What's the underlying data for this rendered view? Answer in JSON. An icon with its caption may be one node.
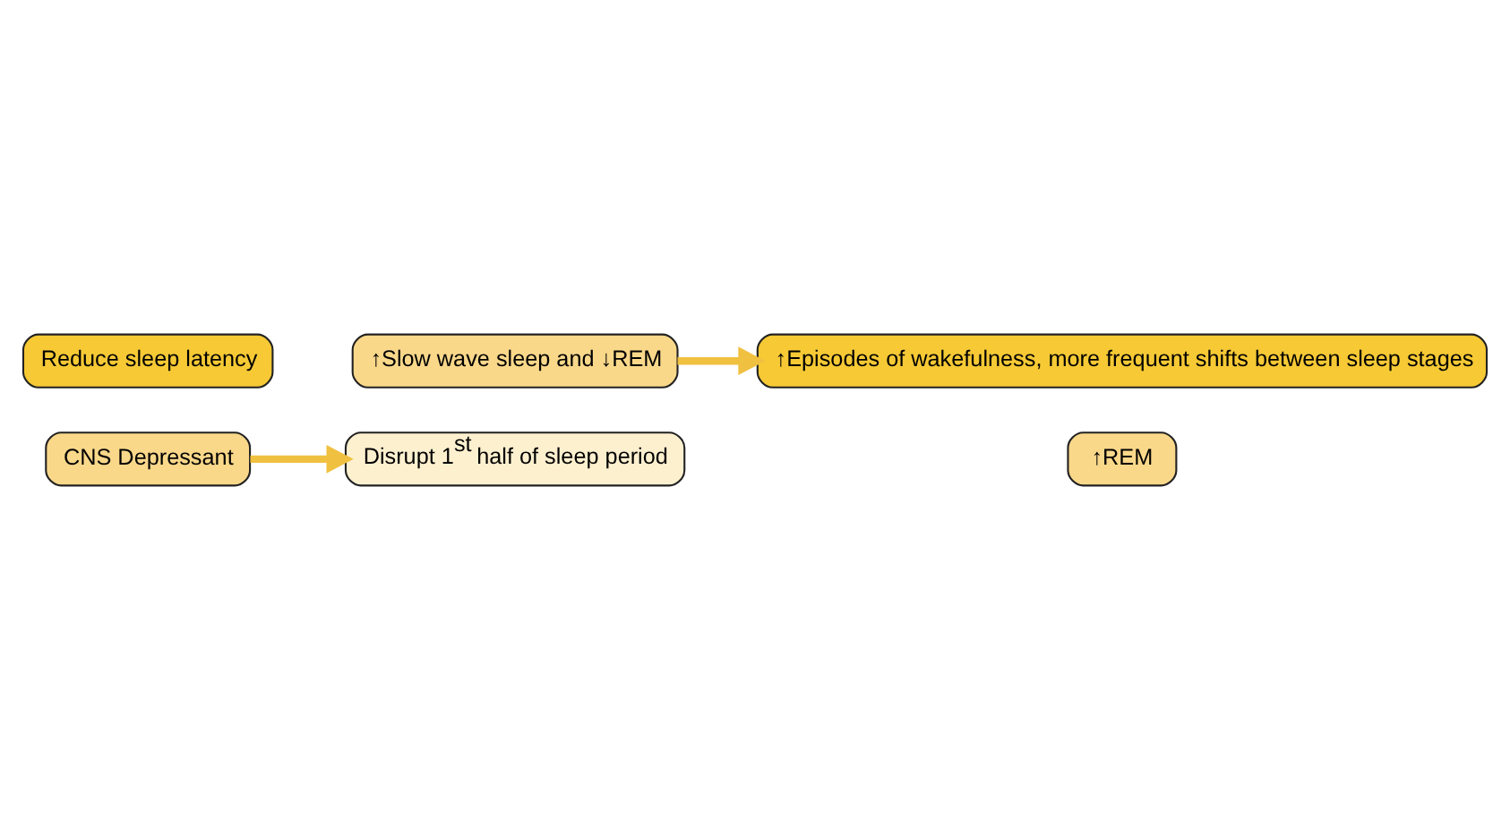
{
  "diagram": {
    "nodes": [
      {
        "text": [
          "Reduce sleep latency"
        ]
      },
      {
        "text": [
          "CNS Depressant"
        ]
      },
      {
        "text": [
          "Disrupt 1$^{st}$ half of sleep period"
        ]
      },
      {
        "text": [
          "↑Slow wave sleep and ↓REM"
        ]
      },
      {
        "text": [
          "↑Episodes of wakefulness, more frequent shifts between sleep stages"
        ]
      },
      {
        "text": [
          "↑REM"
        ]
      }
    ],
    "edges": [
      {
        "from": 1,
        "to": 2,
        "arrow": "to"
      },
      {
        "from": 3,
        "to": 4,
        "arrow": "to"
      }
    ]
  }
}
